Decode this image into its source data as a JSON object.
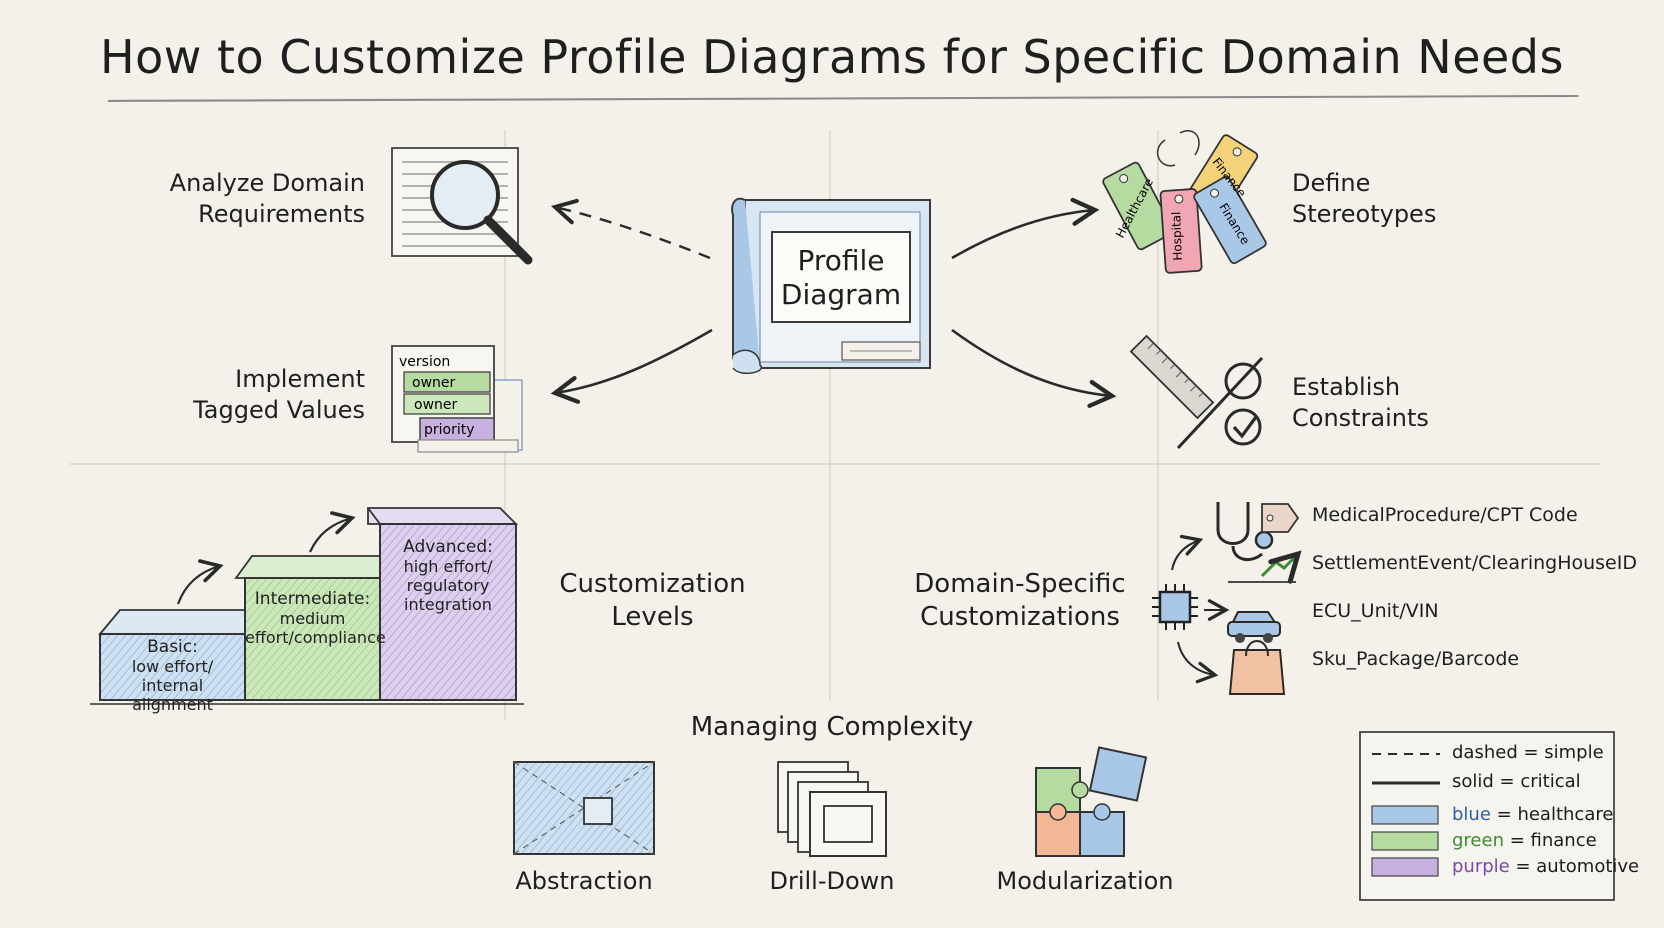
{
  "title": "How to Customize Profile Diagrams for Specific Domain Needs",
  "center": {
    "line1": "Profile",
    "line2": "Diagram"
  },
  "steps": {
    "analyze": {
      "line1": "Analyze Domain",
      "line2": "Requirements"
    },
    "define": {
      "line1": "Define",
      "line2": "Stereotypes"
    },
    "implement": {
      "line1": "Implement",
      "line2": "Tagged Values"
    },
    "establish": {
      "line1": "Establish",
      "line2": "Constraints"
    }
  },
  "tags": [
    "Healthcare",
    "Finance",
    "Hospital",
    "Finance"
  ],
  "tagged_values": [
    "version",
    "owner",
    "owner",
    "priority"
  ],
  "levels": {
    "title_line1": "Customization",
    "title_line2": "Levels",
    "basic": [
      "Basic:",
      "low effort/",
      "internal alignment"
    ],
    "intermediate": [
      "Intermediate:",
      "medium",
      "effort/compliance"
    ],
    "advanced": [
      "Advanced:",
      "high effort/",
      "regulatory",
      "integration"
    ]
  },
  "domain": {
    "title_line1": "Domain-Specific",
    "title_line2": "Customizations",
    "items": [
      "MedicalProcedure/CPT Code",
      "SettlementEvent/ClearingHouseID",
      "ECU_Unit/VIN",
      "Sku_Package/Barcode"
    ]
  },
  "complexity": {
    "title": "Managing Complexity",
    "items": [
      "Abstraction",
      "Drill-Down",
      "Modularization"
    ]
  },
  "legend": {
    "dashed_label": "dashed = simple",
    "solid_label": "solid = critical",
    "blue_word": "blue",
    "blue_rest": " = healthcare",
    "green_word": "green",
    "green_rest": " = finance",
    "purple_word": "purple",
    "purple_rest": " = automotive"
  },
  "colors": {
    "blue": "#a9c8e8",
    "green": "#b5dba0",
    "purple": "#c8b0e0",
    "tag_yellow": "#f3d27a",
    "tag_pink": "#f1a6b4",
    "ink": "#2a2a2a"
  }
}
